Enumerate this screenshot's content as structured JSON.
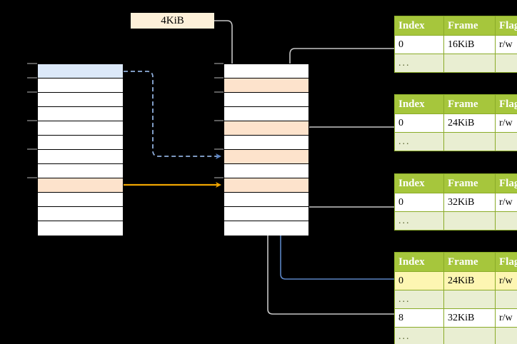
{
  "diagram": {
    "size_label": "4KiB",
    "colors": {
      "header_green": "#a6c63c",
      "row_alt_green": "#e9eed2",
      "highlight_yellow": "#fdf6b2",
      "peach": "#fde3cc",
      "blue_row": "#dce9f9",
      "orange_arrow": "#f0a500",
      "blue_arrow": "#5b84c4",
      "grey_arrow": "#c8c8c8",
      "background": "#000000"
    }
  },
  "left_column": {
    "name": "virtual-address-space",
    "rows": [
      {
        "fill": "blue"
      },
      {
        "fill": "white"
      },
      {
        "fill": "white"
      },
      {
        "fill": "white"
      },
      {
        "fill": "white"
      },
      {
        "fill": "white"
      },
      {
        "fill": "white"
      },
      {
        "fill": "white"
      },
      {
        "fill": "peach"
      },
      {
        "fill": "white"
      },
      {
        "fill": "white"
      },
      {
        "fill": "white"
      }
    ]
  },
  "middle_column": {
    "name": "physical-memory",
    "rows": [
      {
        "fill": "white"
      },
      {
        "fill": "peach"
      },
      {
        "fill": "white"
      },
      {
        "fill": "white"
      },
      {
        "fill": "peach"
      },
      {
        "fill": "white"
      },
      {
        "fill": "peach"
      },
      {
        "fill": "white"
      },
      {
        "fill": "peach"
      },
      {
        "fill": "white"
      },
      {
        "fill": "white"
      },
      {
        "fill": "white"
      }
    ]
  },
  "page_tables": [
    {
      "name": "page-table-1",
      "headers": [
        "Index",
        "Frame",
        "Flags"
      ],
      "rows": [
        {
          "cells": [
            "0",
            "16KiB",
            "r/w"
          ],
          "style": "normal"
        },
        {
          "cells": [
            "...",
            "",
            ""
          ],
          "style": "ellipsis"
        }
      ]
    },
    {
      "name": "page-table-2",
      "headers": [
        "Index",
        "Frame",
        "Flags"
      ],
      "rows": [
        {
          "cells": [
            "0",
            "24KiB",
            "r/w"
          ],
          "style": "normal"
        },
        {
          "cells": [
            "...",
            "",
            ""
          ],
          "style": "ellipsis"
        }
      ]
    },
    {
      "name": "page-table-3",
      "headers": [
        "Index",
        "Frame",
        "Flags"
      ],
      "rows": [
        {
          "cells": [
            "0",
            "32KiB",
            "r/w"
          ],
          "style": "normal"
        },
        {
          "cells": [
            "...",
            "",
            ""
          ],
          "style": "ellipsis"
        }
      ]
    },
    {
      "name": "page-table-4",
      "headers": [
        "Index",
        "Frame",
        "Flags"
      ],
      "rows": [
        {
          "cells": [
            "0",
            "24KiB",
            "r/w"
          ],
          "style": "highlight"
        },
        {
          "cells": [
            "...",
            "",
            ""
          ],
          "style": "ellipsis"
        },
        {
          "cells": [
            "8",
            "32KiB",
            "r/w"
          ],
          "style": "normal"
        },
        {
          "cells": [
            "...",
            "",
            ""
          ],
          "style": "ellipsis"
        }
      ]
    }
  ]
}
